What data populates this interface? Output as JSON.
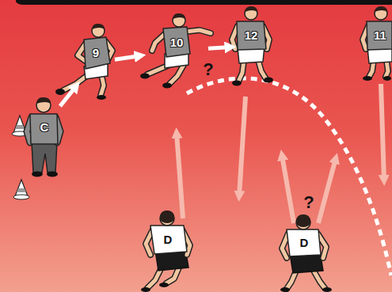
{
  "diagram": {
    "nodes": [
      {
        "text": [
          "C"
        ]
      },
      {
        "text": [
          "9"
        ]
      },
      {
        "text": [
          "10"
        ]
      },
      {
        "text": [
          "12"
        ]
      },
      {
        "text": [
          "11"
        ]
      },
      {
        "text": [
          "D"
        ]
      },
      {
        "text": [
          "D"
        ]
      }
    ],
    "edges": [
      {
        "from": 0,
        "to": 1,
        "arrow": "to"
      },
      {
        "from": 1,
        "to": 2,
        "arrow": "to"
      },
      {
        "from": 2,
        "to": 3,
        "arrow": "to"
      }
    ],
    "labels": [
      "?",
      "?"
    ]
  }
}
